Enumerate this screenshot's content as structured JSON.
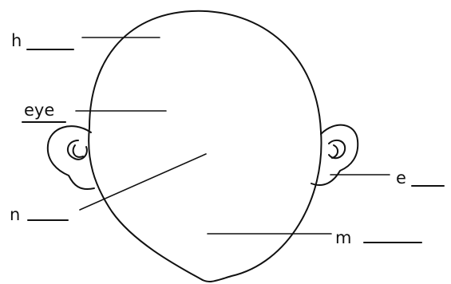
{
  "labels": {
    "h": "h",
    "eye": "eye",
    "n": "n",
    "e": "e",
    "m": "m"
  }
}
